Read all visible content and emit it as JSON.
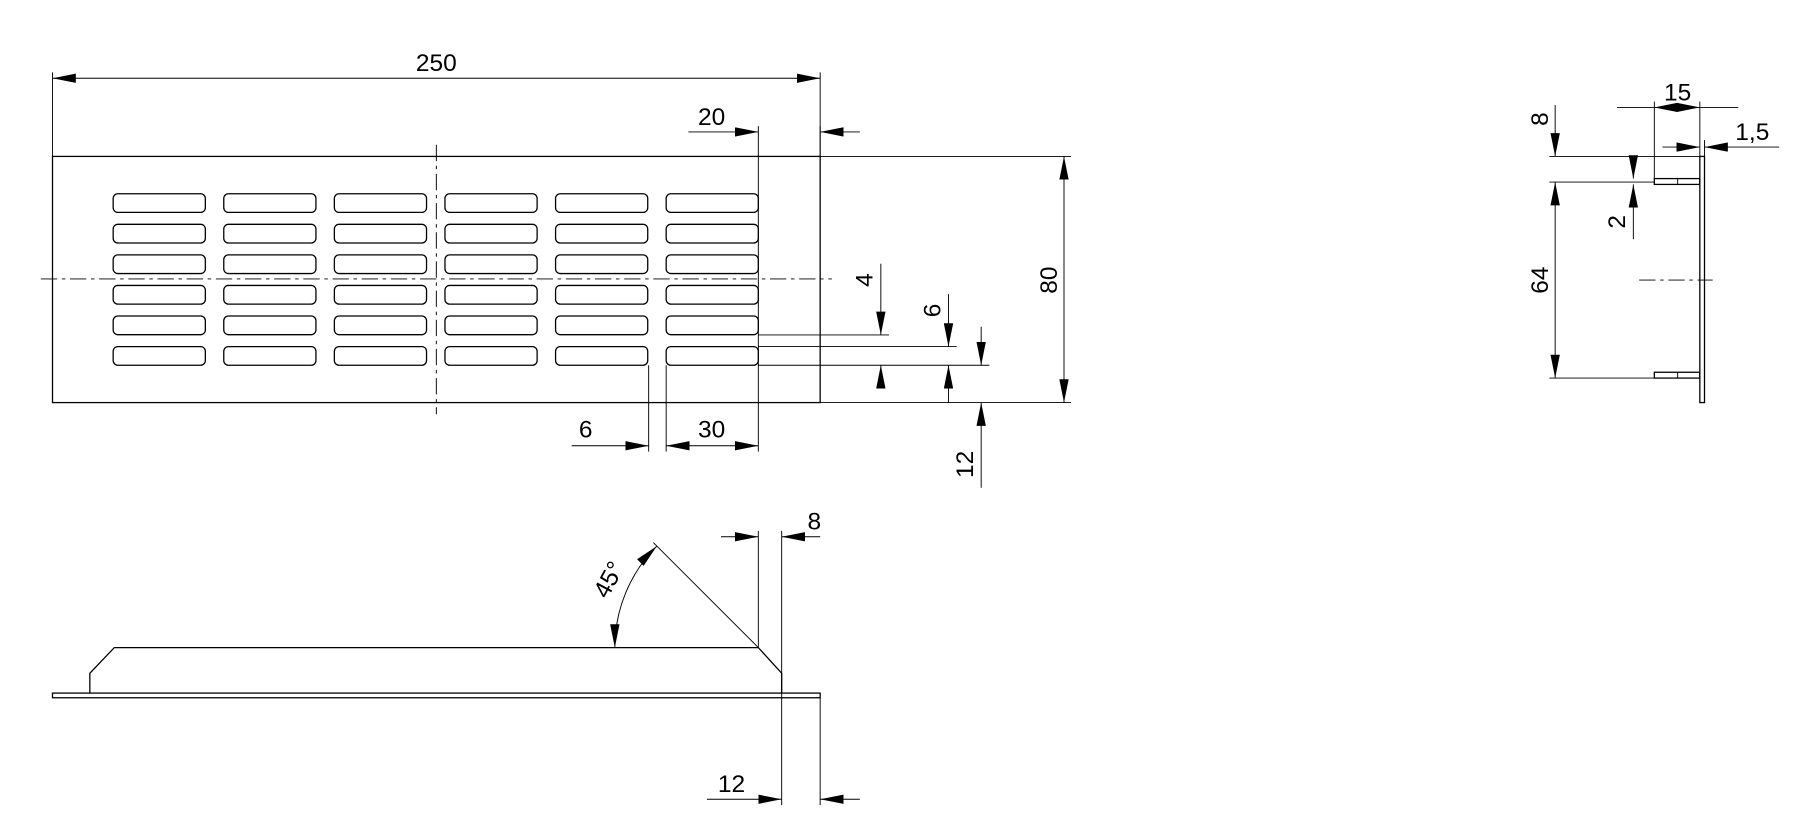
{
  "front_view": {
    "width": "250",
    "edge_offset": "20",
    "height": "80",
    "slot_height": "4",
    "slot_pitch": "6",
    "bottom_margin": "12",
    "slot_gap": "6",
    "slot_length": "30",
    "slot_grid": {
      "columns": 6,
      "rows": 6
    }
  },
  "side_view": {
    "angle": "45°",
    "flange_thickness": "8",
    "overhang": "12"
  },
  "end_view": {
    "depth": "15",
    "plate_thickness": "1,5",
    "flange_offset": "8",
    "flange_thickness": "2",
    "inner_height": "64"
  },
  "colors": {
    "line": "#000000",
    "background": "#ffffff"
  }
}
